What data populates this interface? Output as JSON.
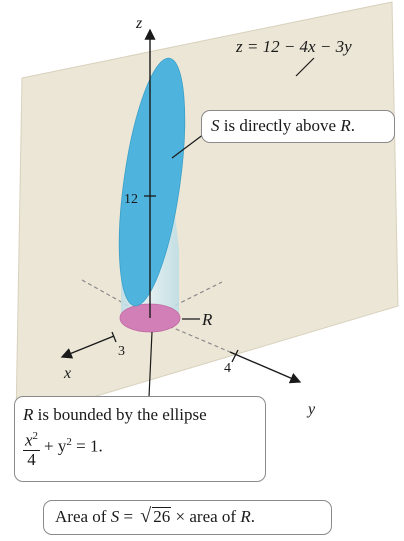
{
  "axes": {
    "x": "x",
    "y": "y",
    "z": "z"
  },
  "ticks": {
    "x": "3",
    "y": "4",
    "z": "12"
  },
  "plane_equation": "z = 12 − 4x − 3y",
  "labels": {
    "region_r": "R"
  },
  "callout_s": {
    "pre": "S",
    "post": " is directly above ",
    "region": "R",
    "end": "."
  },
  "callout_r": {
    "region": "R",
    "text": " is bounded by the ellipse",
    "frac_num_base": "x",
    "frac_num_exp": "2",
    "frac_den": "4",
    "rest_pre": "+ y",
    "rest_exp": "2",
    "rest_post": " = 1."
  },
  "callout_area": {
    "pre": "Area of ",
    "s": "S",
    "eq": " = ",
    "sqrt_sign": "√",
    "radicand": "26",
    "times": " × area of ",
    "r": "R",
    "end": "."
  },
  "colors": {
    "plane": "#ebe6d6",
    "surface_s": "#4fb4dd",
    "region_r": "#d27fb7",
    "cylinder": "#cfe6ec",
    "callout_border": "#8a8a8a"
  }
}
